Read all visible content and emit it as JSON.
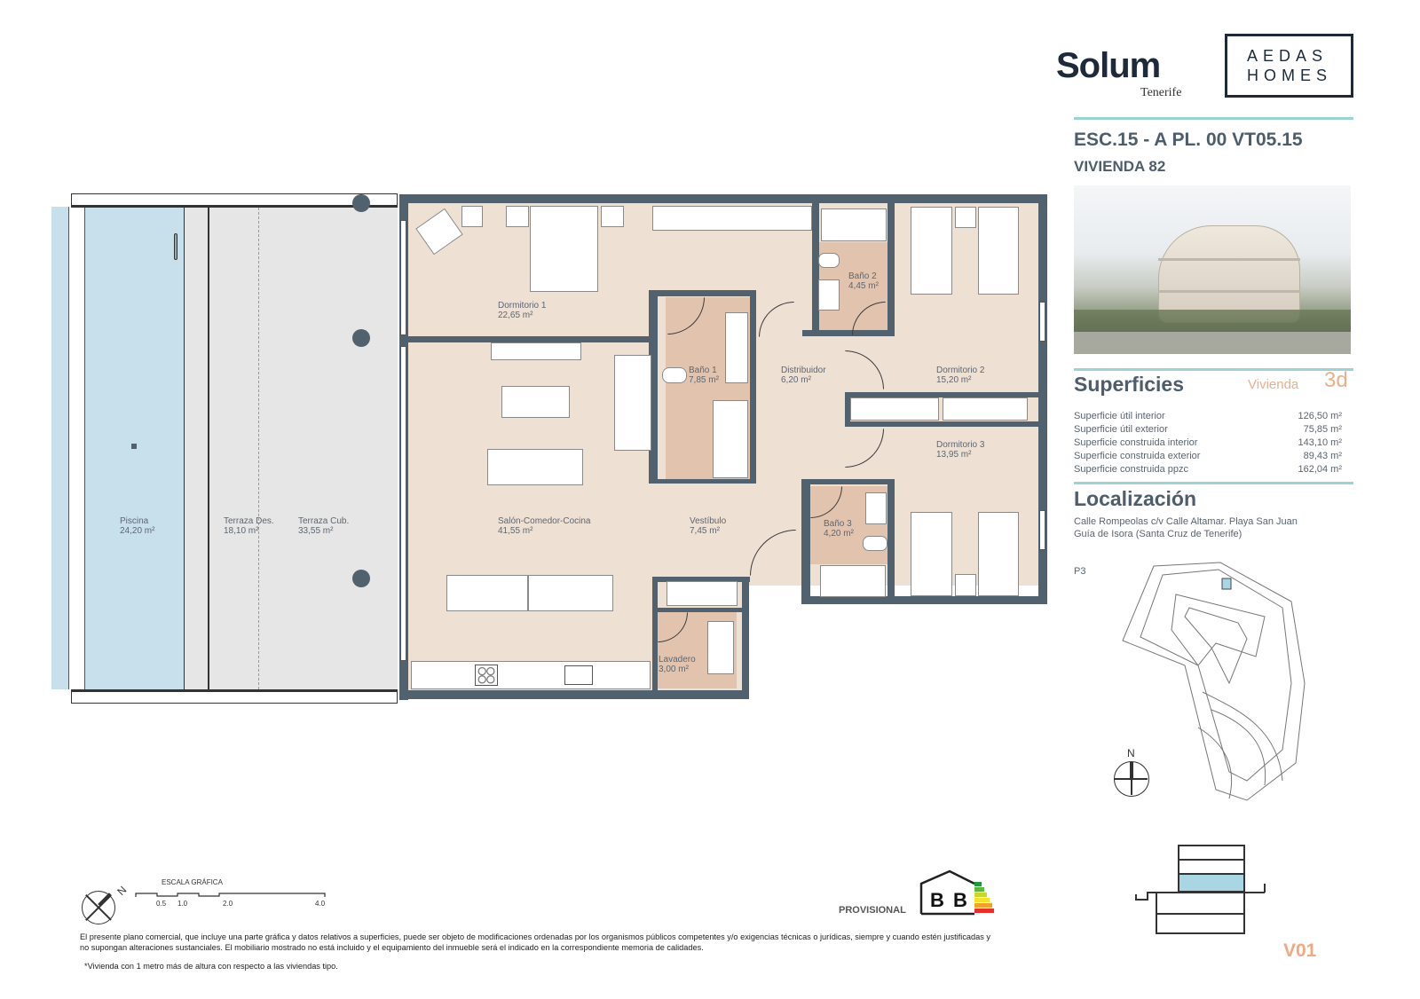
{
  "header": {
    "brand": "Solum",
    "brand_sub": "Tenerife",
    "developer_line1": "AEDAS",
    "developer_line2": "HOMES",
    "unit_code": "ESC.15 - A  PL. 00 VT05.15",
    "unit_name": "VIVIENDA 82"
  },
  "superficies": {
    "title": "Superficies",
    "type_label": "Vivienda",
    "type_value": "3d",
    "rows": [
      {
        "label": "Superficie útil interior",
        "value": "126,50 m²"
      },
      {
        "label": "Superficie útil exterior",
        "value": "75,85 m²"
      },
      {
        "label": "Superficie construida interior",
        "value": "143,10 m²"
      },
      {
        "label": "Superficie construida exterior",
        "value": "89,43 m²"
      },
      {
        "label": "Superficie construida ppzc",
        "value": "162,04 m²"
      }
    ]
  },
  "localizacion": {
    "title": "Localización",
    "address_line1": "Calle Rompeolas c/v Calle Altamar. Playa San Juan",
    "address_line2": "Guía de Isora (Santa Cruz de Tenerife)",
    "site_plan_label": "P3",
    "north_label": "N"
  },
  "rooms": [
    {
      "name": "Dormitorio 1",
      "area": "22,65 m²"
    },
    {
      "name": "Baño 1",
      "area": "7,85 m²"
    },
    {
      "name": "Distribuidor",
      "area": "6,20 m²"
    },
    {
      "name": "Baño 2",
      "area": "4,45 m²"
    },
    {
      "name": "Dormitorio 2",
      "area": "15,20 m²"
    },
    {
      "name": "Dormitorio 3",
      "area": "13,95 m²"
    },
    {
      "name": "Salón-Comedor-Cocina",
      "area": "41,55 m²"
    },
    {
      "name": "Vestíbulo",
      "area": "7,45 m²"
    },
    {
      "name": "Baño 3",
      "area": "4,20 m²"
    },
    {
      "name": "Lavadero",
      "area": "3,00 m²"
    },
    {
      "name": "Piscina",
      "area": "24,20 m²"
    },
    {
      "name": "Terraza Des.",
      "area": "18,10 m²"
    },
    {
      "name": "Terraza Cub.",
      "area": "33,55 m²"
    }
  ],
  "scale": {
    "title": "ESCALA GRÁFICA",
    "ticks": [
      "0.5",
      "1.0",
      "2.0",
      "4.0"
    ],
    "north_label": "N"
  },
  "energy": {
    "status": "PROVISIONAL",
    "rating_consumo": "B",
    "rating_emisiones": "B"
  },
  "footer": {
    "disclaimer": "El presente plano comercial, que incluye una parte gráfica y datos relativos a superficies, puede ser objeto de modificaciones ordenadas por los organismos públicos competentes y/o exigencias técnicas o jurídicas, siempre y cuando estén justificadas y no supongan alteraciones sustanciales. El mobiliario mostrado no está incluido y el equipamiento del inmueble será el indicado en la correspondiente memoria de calidades.",
    "footnote": "*Vivienda con 1 metro más de altura con respecto a las viviendas tipo.",
    "version": "V01"
  },
  "colors": {
    "wall": "#52616e",
    "interior": "#efe0d4",
    "bathroom": "#e2c4ae",
    "pool": "#c8e0ec",
    "terrace": "#e6e6e6",
    "accent_teal": "#9fd3d3",
    "accent_orange": "#e8b08c"
  }
}
